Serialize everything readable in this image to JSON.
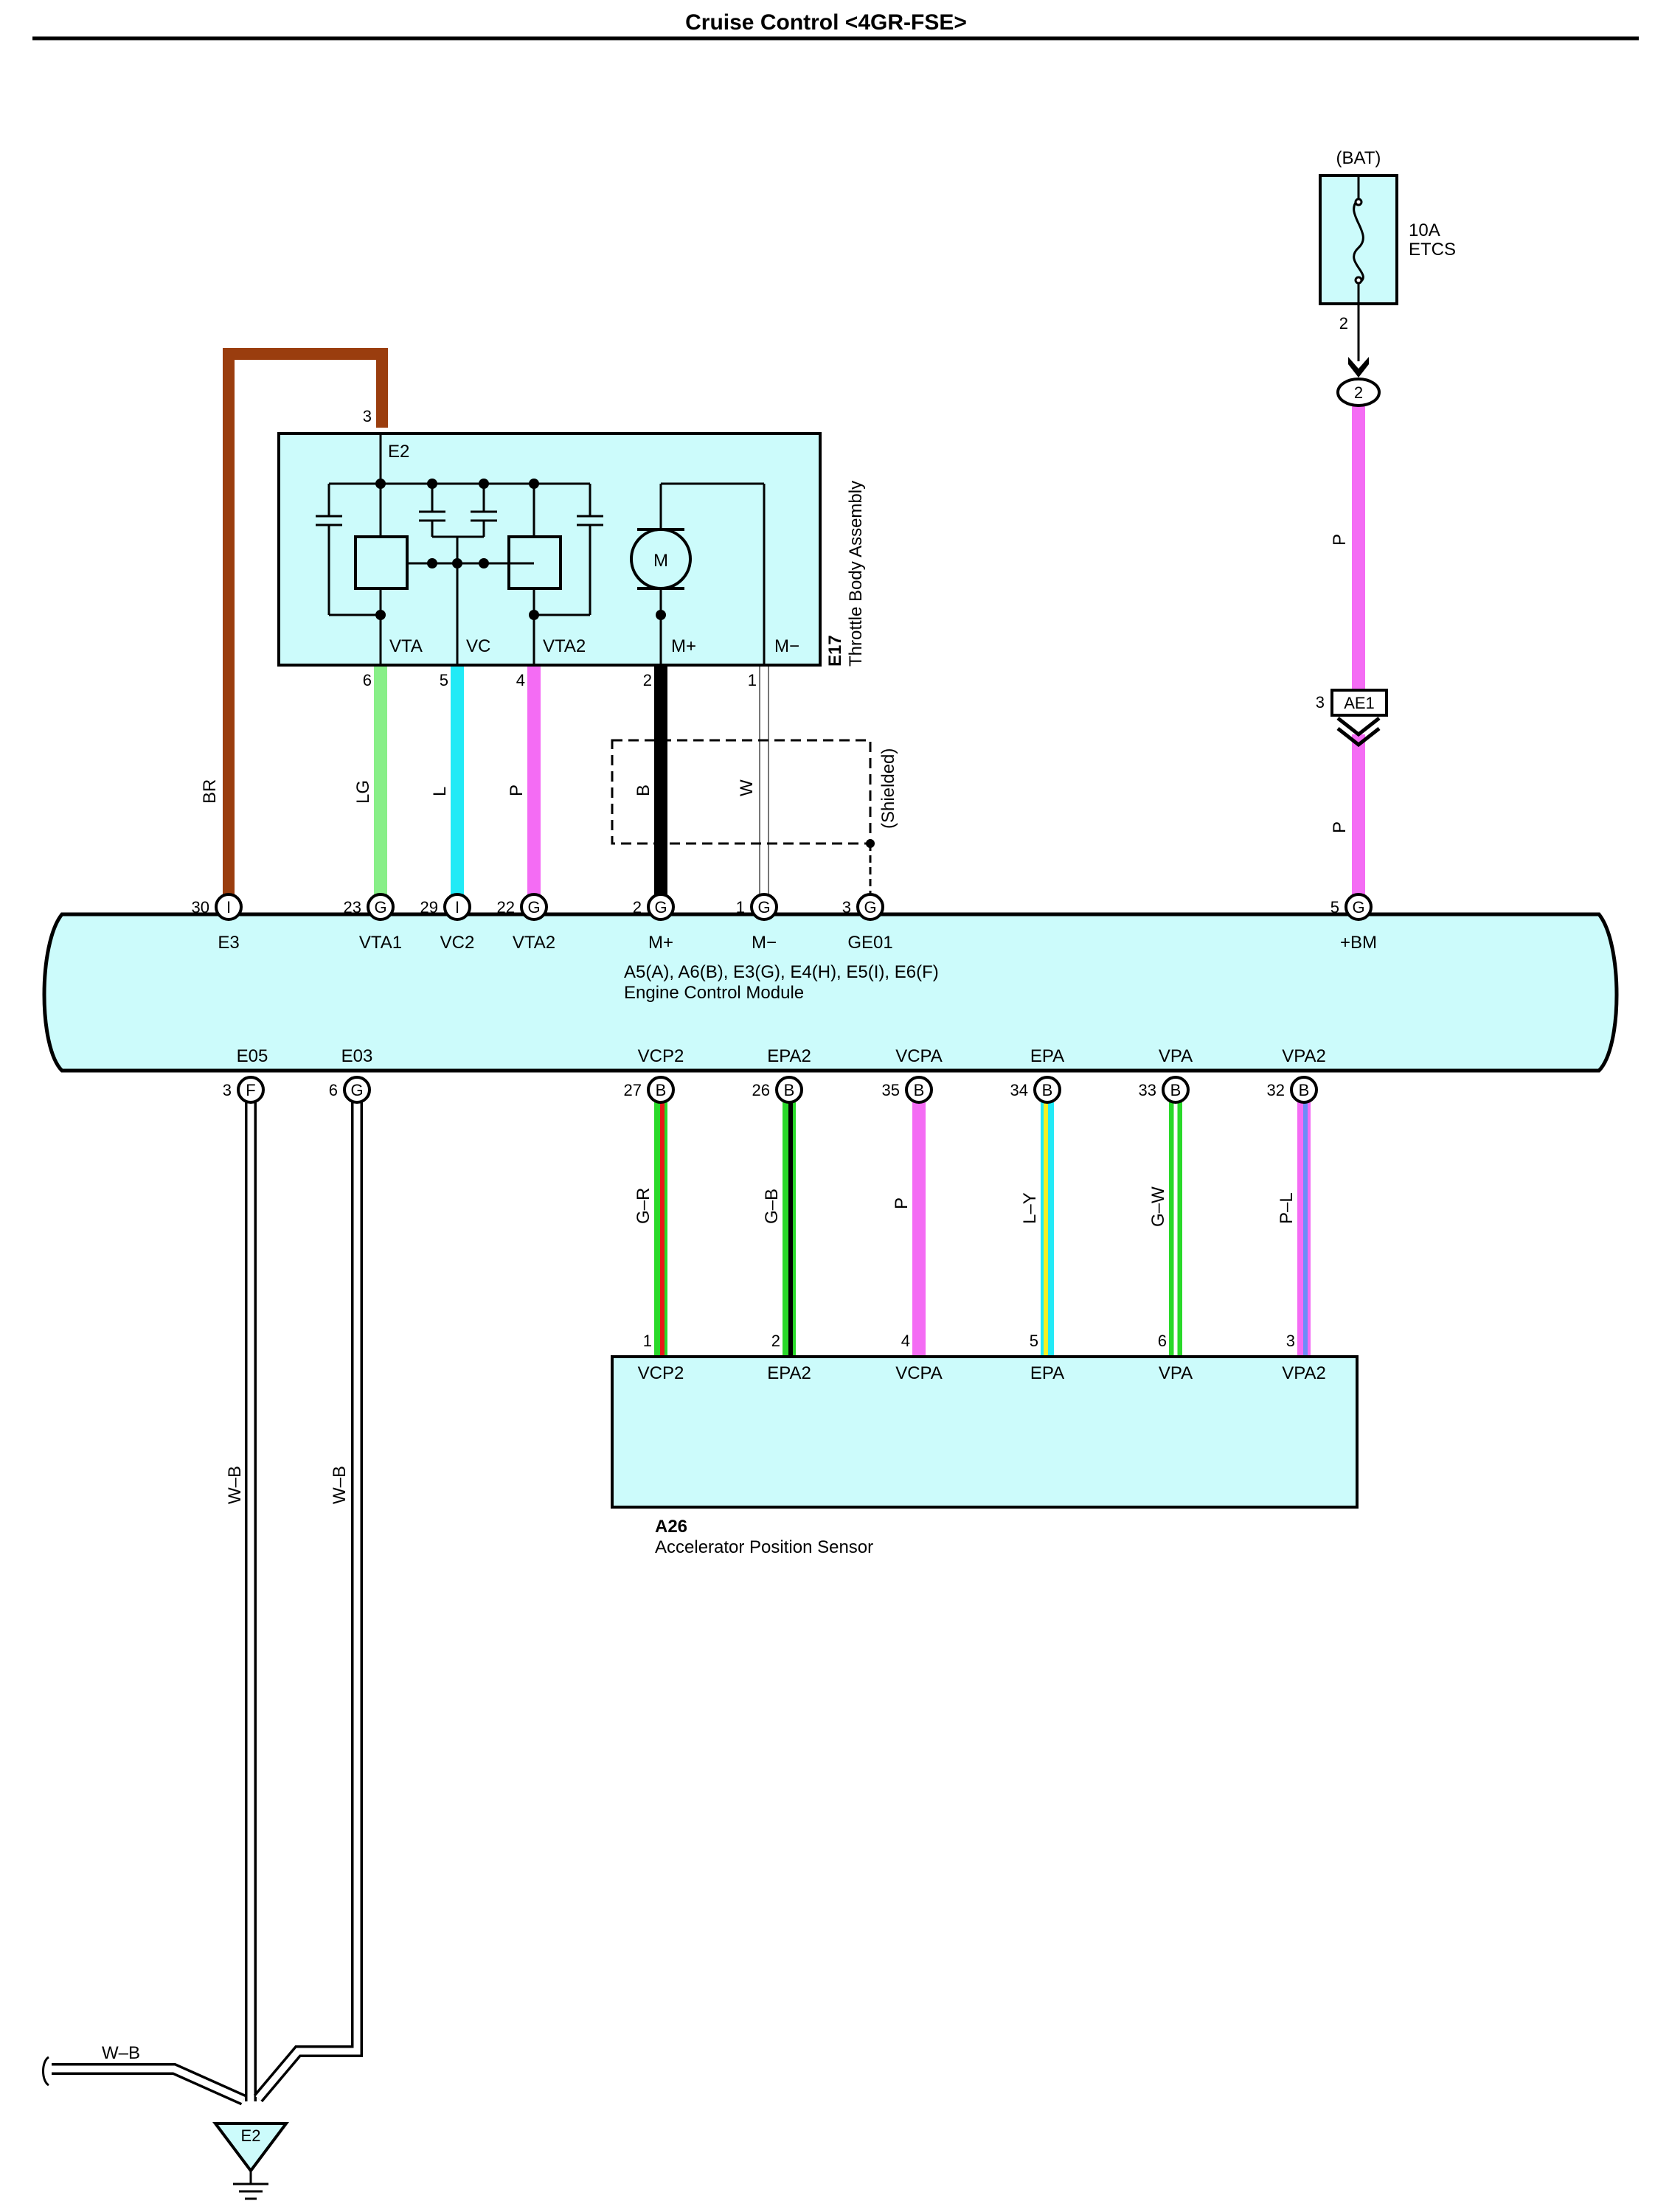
{
  "title": "Cruise Control <4GR-FSE>",
  "colors": {
    "brown": "#9a3d0e",
    "light_green": "#88ef88",
    "cyan": "#22eaf6",
    "pink": "#f46cf4",
    "black": "#000000",
    "module_fill": "#ccfbfb",
    "green": "#2ad92a",
    "red": "#e81818",
    "yellow": "#f6f022",
    "blue": "#6b8cf8"
  },
  "throttle": {
    "code": "E17",
    "name": "Throttle Body Assembly",
    "motor": "M",
    "pins": [
      {
        "num": "3",
        "label": "E2"
      },
      {
        "num": "6",
        "label": "VTA"
      },
      {
        "num": "5",
        "label": "VC"
      },
      {
        "num": "4",
        "label": "VTA2"
      },
      {
        "num": "2",
        "label": "M+"
      },
      {
        "num": "1",
        "label": "M−"
      }
    ]
  },
  "fuse": {
    "source": "(BAT)",
    "rating": "10A",
    "name": "ETCS",
    "pin": "2",
    "connector": "2"
  },
  "junction": {
    "pin": "3",
    "code": "AE1"
  },
  "shielded": "(Shielded)",
  "ecm": {
    "connectors": "A5(A), A6(B), E3(G), E4(H), E5(I), E6(F)",
    "name": "Engine Control Module",
    "top": [
      {
        "num": "30",
        "conn": "I",
        "label": "E3",
        "wire": "BR"
      },
      {
        "num": "23",
        "conn": "G",
        "label": "VTA1",
        "wire": "LG"
      },
      {
        "num": "29",
        "conn": "I",
        "label": "VC2",
        "wire": "L"
      },
      {
        "num": "22",
        "conn": "G",
        "label": "VTA2",
        "wire": "P"
      },
      {
        "num": "2",
        "conn": "G",
        "label": "M+",
        "wire": "B"
      },
      {
        "num": "1",
        "conn": "G",
        "label": "M−",
        "wire": "W"
      },
      {
        "num": "3",
        "conn": "G",
        "label": "GE01"
      },
      {
        "num": "5",
        "conn": "G",
        "label": "+BM",
        "wire": "P"
      }
    ],
    "bottom": [
      {
        "num": "3",
        "conn": "F",
        "label": "E05",
        "wire": "W–B"
      },
      {
        "num": "6",
        "conn": "G",
        "label": "E03",
        "wire": "W–B"
      },
      {
        "num": "27",
        "conn": "B",
        "label": "VCP2",
        "wire": "G–R"
      },
      {
        "num": "26",
        "conn": "B",
        "label": "EPA2",
        "wire": "G–B"
      },
      {
        "num": "35",
        "conn": "B",
        "label": "VCPA",
        "wire": "P"
      },
      {
        "num": "34",
        "conn": "B",
        "label": "EPA",
        "wire": "L–Y"
      },
      {
        "num": "33",
        "conn": "B",
        "label": "VPA",
        "wire": "G–W"
      },
      {
        "num": "32",
        "conn": "B",
        "label": "VPA2",
        "wire": "P–L"
      }
    ]
  },
  "fuse_wire": "P",
  "sensor": {
    "code": "A26",
    "name": "Accelerator Position Sensor",
    "pins": [
      {
        "num": "1",
        "label": "VCP2"
      },
      {
        "num": "2",
        "label": "EPA2"
      },
      {
        "num": "4",
        "label": "VCPA"
      },
      {
        "num": "5",
        "label": "EPA"
      },
      {
        "num": "6",
        "label": "VPA"
      },
      {
        "num": "3",
        "label": "VPA2"
      }
    ]
  },
  "ground": {
    "wire": "W–B",
    "code": "E2"
  }
}
